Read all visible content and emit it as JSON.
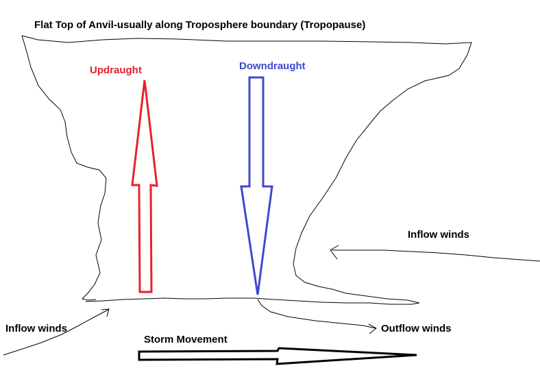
{
  "labels": {
    "title": "Flat Top of Anvil-usually along Troposphere boundary (Tropopause)",
    "updraught": "Updraught",
    "downdraught": "Downdraught",
    "inflow_right": "Inflow winds",
    "inflow_left": "Inflow winds",
    "outflow": "Outflow winds",
    "storm_movement": "Storm Movement"
  },
  "colors": {
    "updraught": "#e8202a",
    "downdraught": "#3f48cc",
    "outline": "#000000",
    "background": "#ffffff"
  }
}
